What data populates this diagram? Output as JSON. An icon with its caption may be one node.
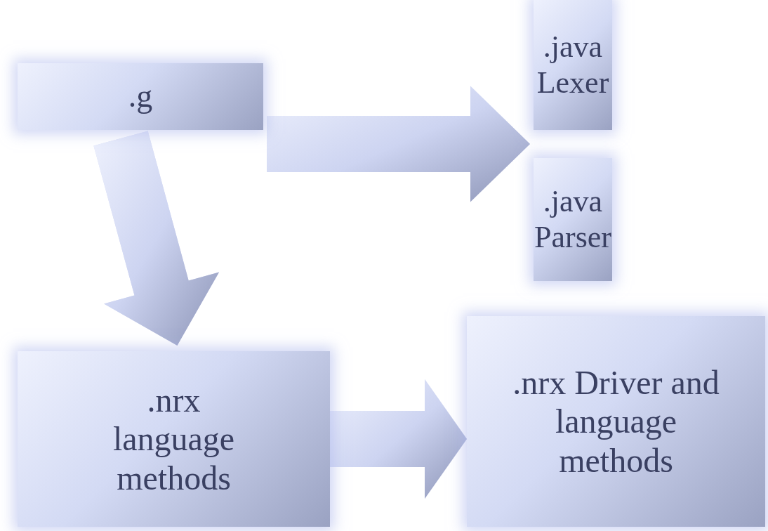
{
  "diagram": {
    "nodes": [
      {
        "text": [
          ".g"
        ]
      },
      {
        "text": [
          ".java Lexer"
        ]
      },
      {
        "text": [
          ".java Parser"
        ]
      },
      {
        "text": [
          ".nrx language methods"
        ]
      },
      {
        "text": [
          ".nrx Driver and language methods"
        ]
      }
    ],
    "edges": [
      {
        "from": 0,
        "to": 1,
        "arrow": "to"
      },
      {
        "from": 0,
        "to": 2,
        "arrow": "to"
      },
      {
        "from": 0,
        "to": 3,
        "arrow": "to"
      },
      {
        "from": 3,
        "to": 4,
        "arrow": "to"
      }
    ]
  }
}
